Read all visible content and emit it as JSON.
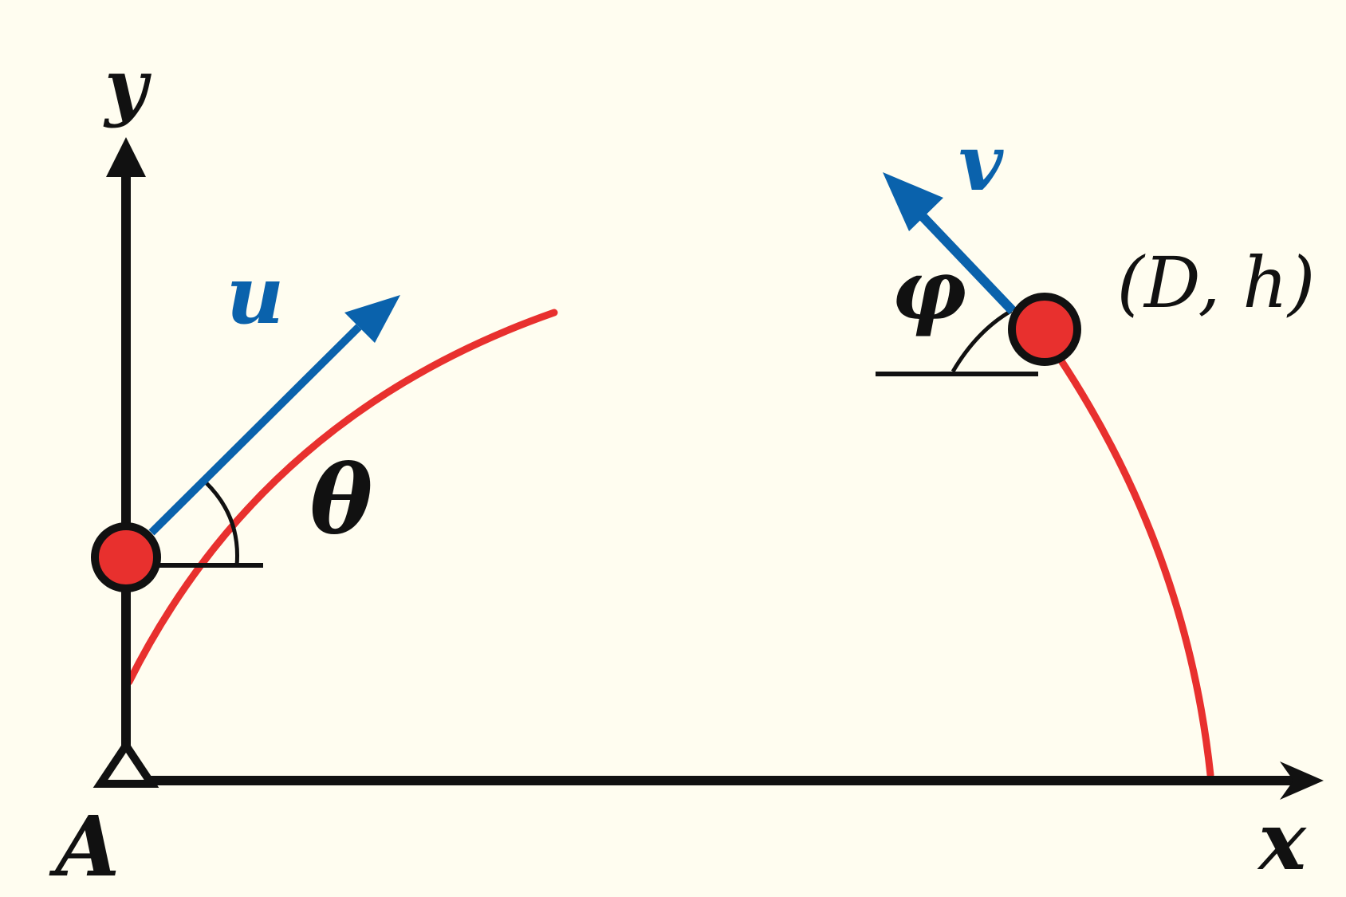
{
  "labels": {
    "y_axis": "y",
    "x_axis": "x",
    "origin": "A",
    "initial_velocity": "u",
    "final_velocity": "v",
    "launch_angle": "θ",
    "arrival_angle": "φ",
    "target_point": "(D, h)"
  },
  "colors": {
    "background": "#fffdf0",
    "axes": "#111111",
    "trajectory": "#e8302e",
    "velocity": "#0a62ac",
    "ball_fill": "#e8302e",
    "ball_outline": "#111111"
  }
}
